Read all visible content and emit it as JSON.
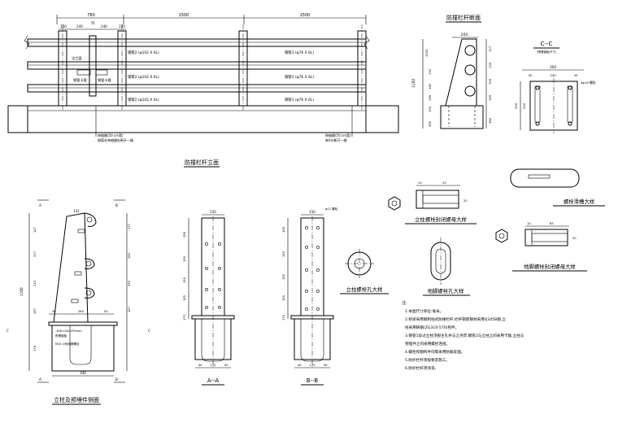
{
  "titles": {
    "elevation": "防撞栏杆立面",
    "section": "防撞栏杆断面",
    "cc": "C--C",
    "cc_note": "(预埋钢板尺寸)",
    "side": "立柱及预埋件侧面",
    "aa": "A--A",
    "bb": "B--B",
    "bolt_hole": "立柱螺栓孔大样",
    "sleeve1": "立柱螺栓封闭螺母大样",
    "slot": "螺栓滑槽大样",
    "anchor_hole": "地脚螺栓孔大样",
    "sleeve2": "地脚螺栓封闭螺母大样"
  },
  "elevation": {
    "dims_top": [
      "780",
      "1500",
      "1500"
    ],
    "dims_sub": [
      "150",
      "240",
      "70",
      "240",
      "150"
    ],
    "rail_labels": [
      "钢管2 (φ102 X 6L)",
      "钢管1 (φ76 X 6L)",
      "钢管2 (φ102 X 6L)",
      "钢管1 (φ76 X 6L)",
      "钢管2 (φ102 X 6L)",
      "钢管1 (φ76 X 6L)"
    ],
    "side_labels": [
      "法兰盘",
      "钢管卡箍",
      "钢管卡箍"
    ],
    "foot_left": [
      "伸缩缝(50 cm宽)",
      "钢管在伸缩缝处断开一缝"
    ],
    "foot_right": [
      "伸缩缝(50 cm宽)",
      "每5m断开一缝"
    ]
  },
  "section": {
    "top_dim": "204",
    "dims_left": [
      "1025",
      "130",
      "185",
      "185",
      "100",
      "380"
    ],
    "dims_right": [
      "117",
      "130",
      "155",
      "155",
      "380"
    ],
    "height": "1100"
  },
  "cc": {
    "dims": [
      "300",
      "30",
      "240",
      "30"
    ],
    "side_dims": [
      "300",
      "250"
    ],
    "bolt_note": "4φ16 螺栓"
  },
  "side": {
    "top": "131",
    "dims_left": [
      "127",
      "317",
      "219",
      "167",
      "178"
    ],
    "dims_right": [
      "117",
      "155",
      "155",
      "127"
    ],
    "height": "1100",
    "bottom_dims": [
      "50",
      "260",
      "50"
    ],
    "bottom_total": "340",
    "plate": "-300×28×250mm",
    "plate_note": "预埋钢板",
    "anchor": "M24 U形地脚螺栓",
    "markers": [
      "A",
      "B",
      "C",
      "C",
      "A",
      "B"
    ]
  },
  "aa": {
    "top": "150",
    "dims_left": [
      "258",
      "155",
      "155",
      "155",
      "175"
    ],
    "bottom_dims": [
      "40",
      "170",
      "40"
    ]
  },
  "bb": {
    "top": "150",
    "note": "φ12 螺栓",
    "dims_left": [
      "108",
      "155",
      "155",
      "155",
      "175"
    ],
    "bottom_dims": [
      "40",
      "170",
      "40"
    ]
  },
  "sleeve": {
    "dims1": [
      "10",
      "25"
    ],
    "dims2": [
      "10",
      "65"
    ],
    "side1": "20",
    "side2": "20"
  },
  "notes": {
    "heading": "注:",
    "items": [
      "1.本图尺寸单位:毫米。",
      "2.桥梁采用钢制柱式防撞栏杆,栏杆钢管钢材采用Q345B钢,立",
      "  柱采用铸钢(ZG310-570)构件。",
      "3.钢管1穿过立柱顶部主孔并与之点焊,钢管2与立柱之间采用卡箍,立柱与",
      "  预埋件之间采用螺栓连接。",
      "4.螺栓和钢构件均需采用防腐处理。",
      "5.防护栏杆须按要求施工。",
      "6.防护栏杆须涂漆。"
    ]
  }
}
